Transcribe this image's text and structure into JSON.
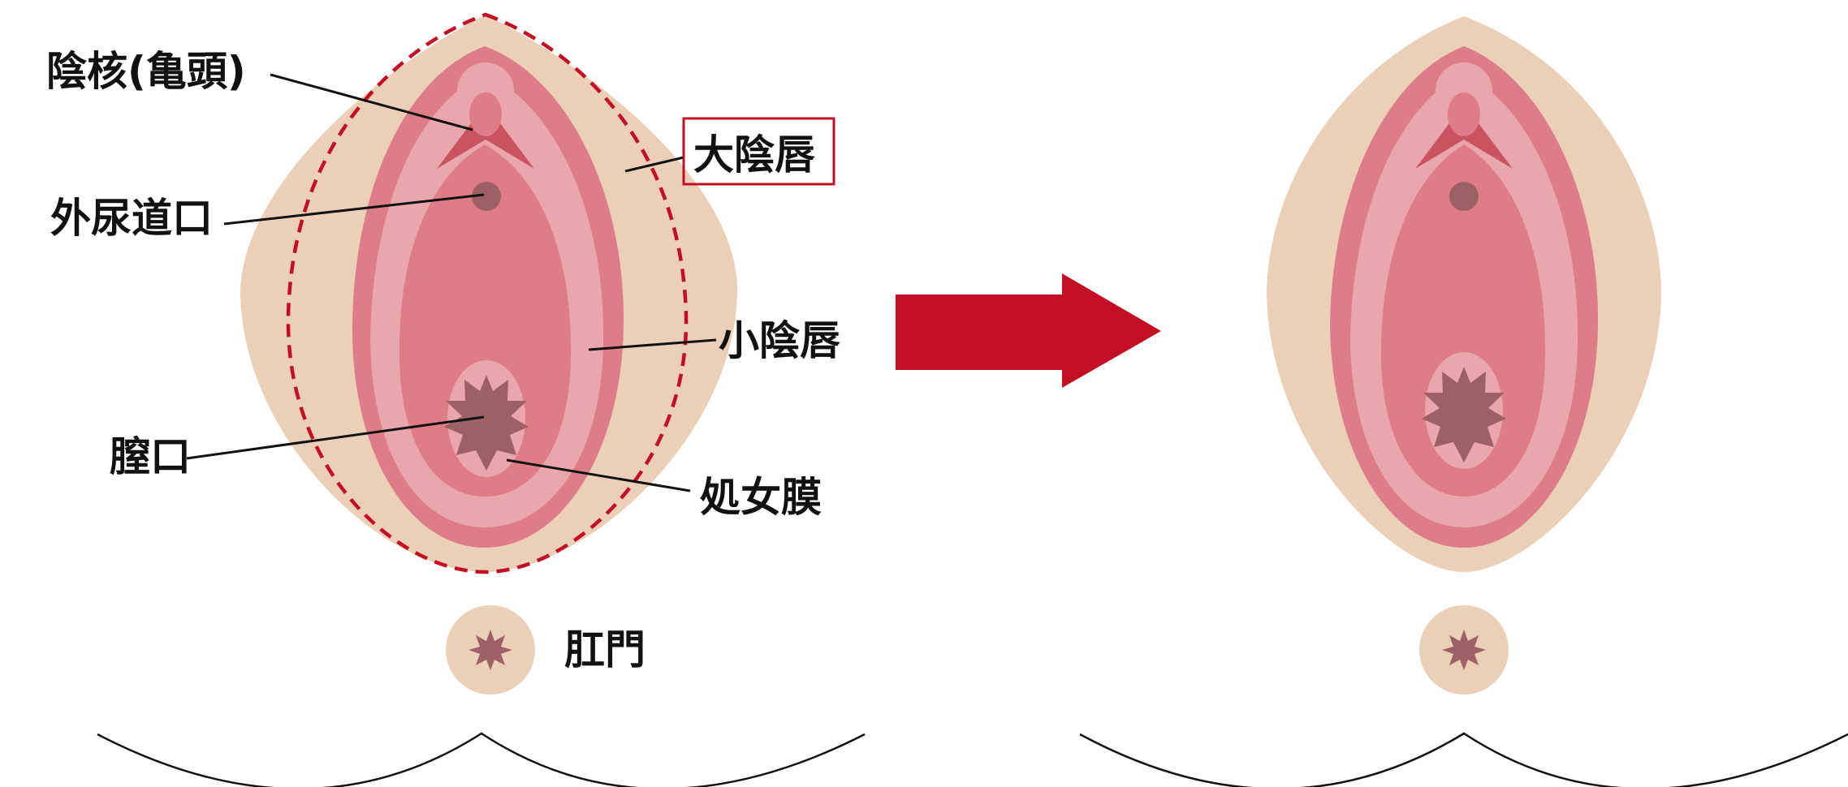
{
  "labels": {
    "clitoris": "陰核(亀頭)",
    "labia_majora": "大陰唇",
    "urethral_opening": "外尿道口",
    "labia_minora": "小陰唇",
    "vaginal_opening": "膣口",
    "hymen": "処女膜",
    "anus": "肛門"
  },
  "colors": {
    "skin": "#ebd0b7",
    "outer_pink": "#dc7d88",
    "light_pink": "#eaa6ad",
    "inner_pink": "#de7c88",
    "dark_feature": "#9d6064",
    "clitoral_hood": "#c9545f",
    "accent_red": "#c20f23",
    "line": "#111111"
  },
  "panels": [
    "before",
    "after"
  ],
  "highlighted_label": "labia_majora"
}
